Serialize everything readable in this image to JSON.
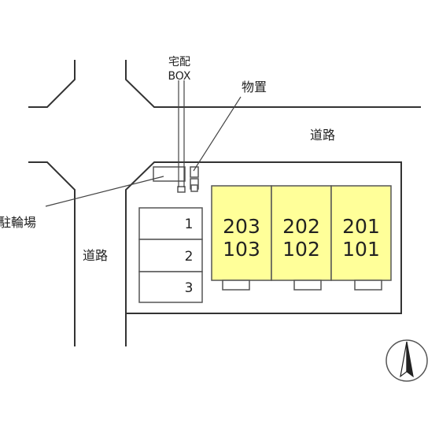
{
  "labels": {
    "road_top": "道路",
    "road_left": "道路",
    "bicycle_parking": "駐輪場",
    "storage": "物置",
    "delivery_box_line1": "宅配",
    "delivery_box_line2": "BOX"
  },
  "parking_slots": [
    "1",
    "2",
    "3"
  ],
  "units": [
    {
      "upper": "203",
      "lower": "103"
    },
    {
      "upper": "202",
      "lower": "102"
    },
    {
      "upper": "201",
      "lower": "101"
    }
  ],
  "colors": {
    "unit_fill": "#ffff99",
    "line": "#333333"
  },
  "compass_icon": "north-arrow-icon"
}
